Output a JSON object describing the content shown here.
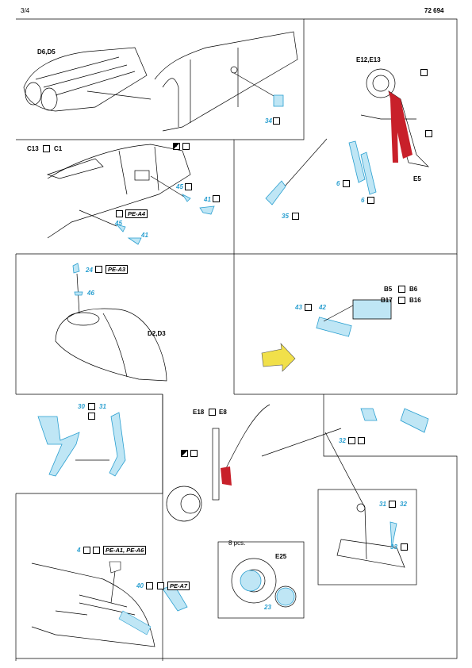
{
  "header": {
    "page": "3/4",
    "code": "72 694"
  },
  "panel1": {
    "parts": "D6,D5",
    "num34": "34"
  },
  "panel2": {
    "parts": "E12,E13",
    "e5": "E5",
    "num6a": "6",
    "num6b": "6",
    "num35": "35"
  },
  "panel3": {
    "parts_c": "C13",
    "parts_c1": "C1",
    "num45a": "45",
    "num41a": "41",
    "num45b": "45",
    "num41b": "41",
    "ref": "PE-A4"
  },
  "panel4": {
    "num24": "24",
    "ref": "PE-A3",
    "num46": "46",
    "parts": "D2,D3"
  },
  "panel5": {
    "b5": "B5",
    "b6": "B6",
    "b17": "B17",
    "b16": "B16",
    "num43": "43",
    "num42": "42"
  },
  "panel6": {
    "num30": "30",
    "num31": "31"
  },
  "panel7": {
    "e18": "E18",
    "e8": "E8",
    "num32a": "32",
    "num31": "31",
    "num32b": "32",
    "num33": "33"
  },
  "panel8": {
    "num4": "4",
    "ref1": "PE-A1, PE-A6",
    "num40": "40",
    "ref2": "PE-A7",
    "pcs": "8 pcs.",
    "e25": "E25",
    "num23": "23"
  }
}
